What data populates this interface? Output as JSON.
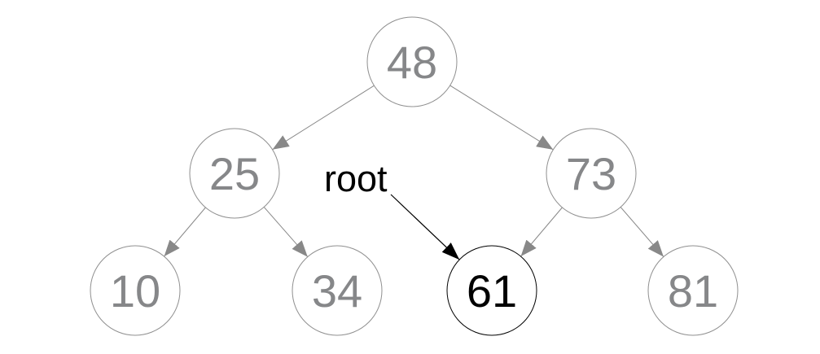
{
  "diagram": {
    "type": "binary-tree",
    "pointer": {
      "label": "root",
      "target": "61"
    },
    "nodes": [
      {
        "value": "48",
        "highlighted": false
      },
      {
        "value": "25",
        "highlighted": false
      },
      {
        "value": "73",
        "highlighted": false
      },
      {
        "value": "10",
        "highlighted": false
      },
      {
        "value": "34",
        "highlighted": false
      },
      {
        "value": "61",
        "highlighted": true
      },
      {
        "value": "81",
        "highlighted": false
      }
    ],
    "edges": [
      {
        "from": "48",
        "to": "25"
      },
      {
        "from": "48",
        "to": "73"
      },
      {
        "from": "25",
        "to": "10"
      },
      {
        "from": "25",
        "to": "34"
      },
      {
        "from": "73",
        "to": "61"
      },
      {
        "from": "73",
        "to": "81"
      }
    ],
    "colors": {
      "node_stroke": "#8f8f8f",
      "node_text": "#868789",
      "edge": "#888888",
      "highlight": "#000000"
    }
  }
}
